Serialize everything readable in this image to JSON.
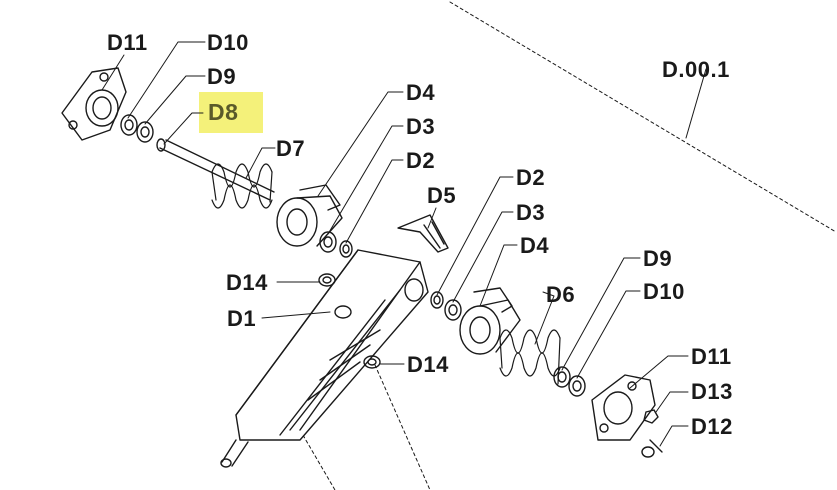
{
  "diagram": {
    "assembly_label": "D.00.1",
    "highlighted_label": "D8",
    "labels": {
      "d11_top": "D11",
      "d10_top": "D10",
      "d9_top": "D9",
      "d8": "D8",
      "d7": "D7",
      "d4_left": "D4",
      "d3_left": "D3",
      "d2_left": "D2",
      "d5": "D5",
      "d2_right": "D2",
      "d3_right": "D3",
      "d4_right": "D4",
      "d14_upper": "D14",
      "d1": "D1",
      "d6": "D6",
      "d9_right": "D9",
      "d10_right": "D10",
      "d14_lower": "D14",
      "d11_right": "D11",
      "d13": "D13",
      "d12": "D12"
    },
    "colors": {
      "ink": "#1a1a1a",
      "highlight": "#f4f17a"
    }
  }
}
